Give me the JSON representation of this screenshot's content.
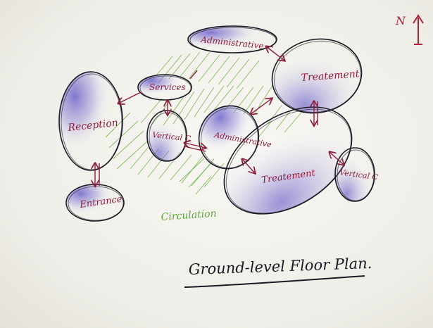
{
  "compass": {
    "label": "N"
  },
  "zones": {
    "administrative_top": "Administrative",
    "treatment_top": "Treatement",
    "services": "Services",
    "reception": "Reception",
    "vertical_c_left": "Vertical C",
    "administrative_center": "Administrative",
    "treatment_bottom": "Treatement",
    "vertical_c_right": "Vertical C",
    "entrance": "Entrance"
  },
  "circulation_label": "Circulation",
  "title": "Ground-level Floor Plan.",
  "colors": {
    "ink": "#1a1a24",
    "label": "#8e1d3c",
    "shade": "#5b4fc4",
    "circulation": "#5fa83a"
  }
}
